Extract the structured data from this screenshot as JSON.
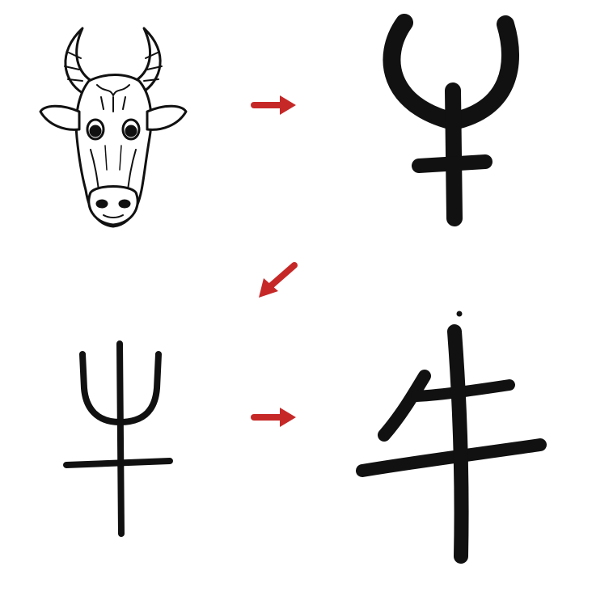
{
  "figure": {
    "stages": [
      {
        "id": "ox",
        "icon": "ox-head-icon"
      },
      {
        "id": "oracle",
        "icon": "oracle-bone-ox-glyph-icon"
      },
      {
        "id": "bronze",
        "icon": "bronze-script-ox-glyph-icon"
      },
      {
        "id": "modern",
        "icon": "modern-ox-character-icon"
      }
    ],
    "arrows": [
      {
        "from": "ox",
        "to": "oracle",
        "direction": "right"
      },
      {
        "from": "oracle",
        "to": "bronze",
        "direction": "down-left"
      },
      {
        "from": "bronze",
        "to": "modern",
        "direction": "right"
      }
    ],
    "colors": {
      "arrow": "#c62828",
      "ink": "#111111",
      "background": "#ffffff"
    }
  }
}
